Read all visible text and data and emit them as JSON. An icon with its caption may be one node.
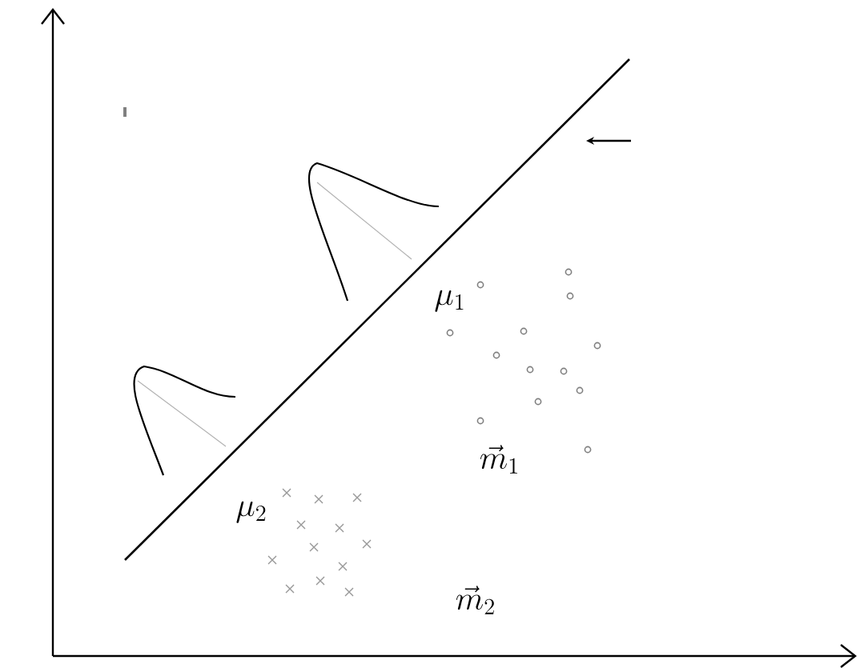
{
  "diagram": {
    "labels": [
      "\\mu_1",
      "\\vec{m}_1",
      "\\mu_2",
      "\\vec{m}_2"
    ]
  }
}
